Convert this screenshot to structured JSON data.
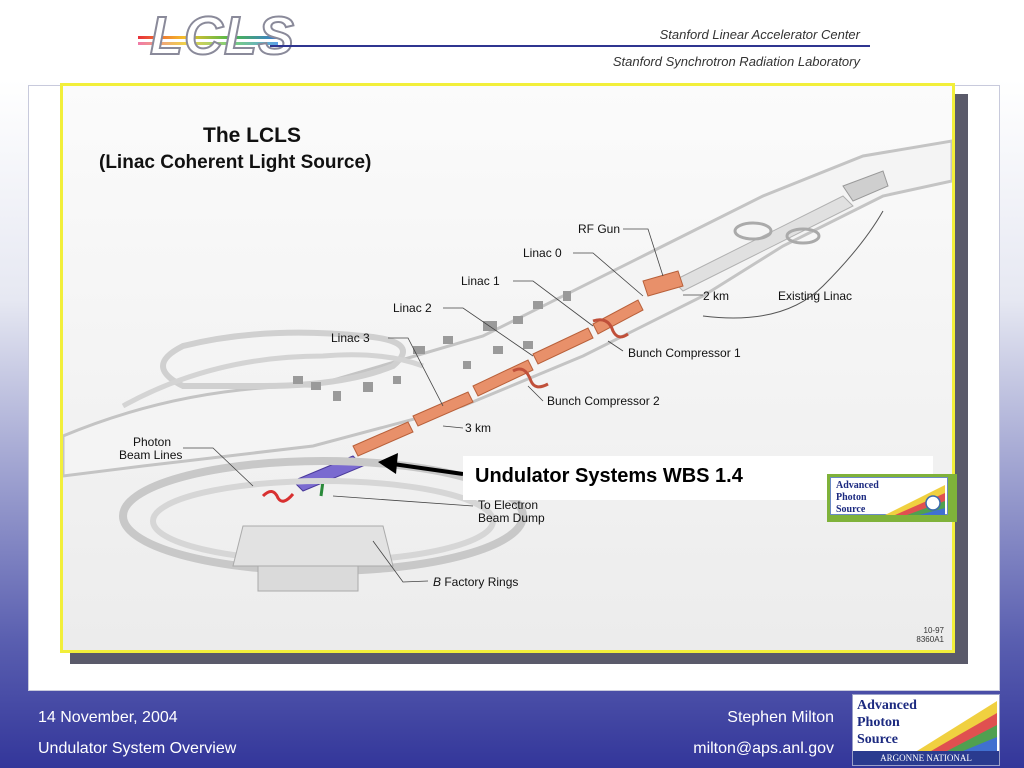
{
  "header": {
    "logo_text": "LCLS",
    "institution_1": "Stanford Linear Accelerator Center",
    "institution_2": "Stanford Synchrotron Radiation Laboratory"
  },
  "diagram": {
    "title": "The LCLS",
    "subtitle": "(Linac Coherent Light Source)",
    "labels": {
      "rf_gun": "RF Gun",
      "linac0": "Linac 0",
      "linac1": "Linac 1",
      "linac2": "Linac 2",
      "linac3": "Linac 3",
      "two_km": "2 km",
      "existing_linac": "Existing Linac",
      "bunch_compressor_1": "Bunch Compressor 1",
      "bunch_compressor_2": "Bunch Compressor 2",
      "three_km": "3 km",
      "photon_beam_lines_1": "Photon",
      "photon_beam_lines_2": "Beam Lines",
      "electron_dump_1": "To Electron",
      "electron_dump_2": "Beam Dump",
      "b_factory_prefix": "B",
      "b_factory_rest": " Factory Rings"
    },
    "code_1": "10-97",
    "code_2": "8360A1",
    "callout": "Undulator Systems WBS 1.4",
    "aps_badge": [
      "Advanced",
      "Photon",
      "Source"
    ]
  },
  "footer": {
    "date": "14 November, 2004",
    "subtitle": "Undulator System Overview",
    "author": "Stephen Milton",
    "email": "milton@aps.anl.gov",
    "aps_logo": [
      "Advanced",
      "Photon",
      "Source"
    ],
    "aps_lab": "ARGONNE NATIONAL LABORATORY"
  },
  "colors": {
    "frame_border": "#f2ef3a",
    "linac": "#e8906a",
    "footer_bg": "#33369a"
  }
}
